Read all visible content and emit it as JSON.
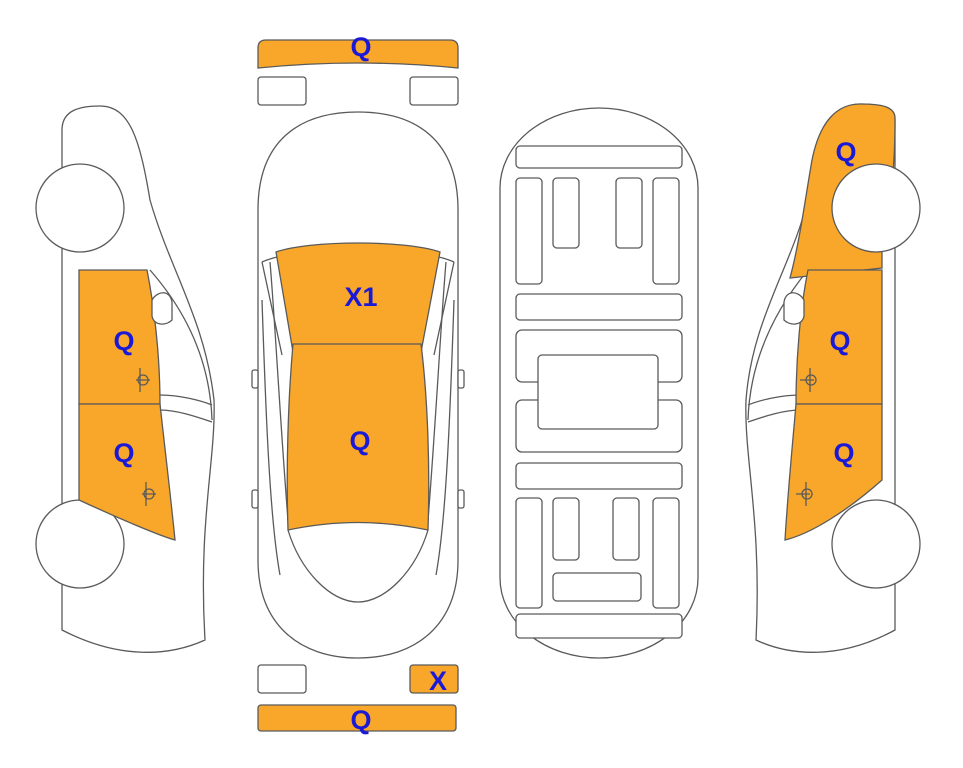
{
  "highlight_color": "#f8a72a",
  "mark_color": "#1a1ad6",
  "marks": {
    "front_bumper": "Q",
    "rear_left_trim": "X",
    "rear_bumper": "Q",
    "hood": "X1",
    "roof": "Q",
    "left_front_door": "Q",
    "left_rear_door": "Q",
    "right_front_fender": "Q",
    "right_front_door": "Q",
    "right_rear_door": "Q"
  }
}
